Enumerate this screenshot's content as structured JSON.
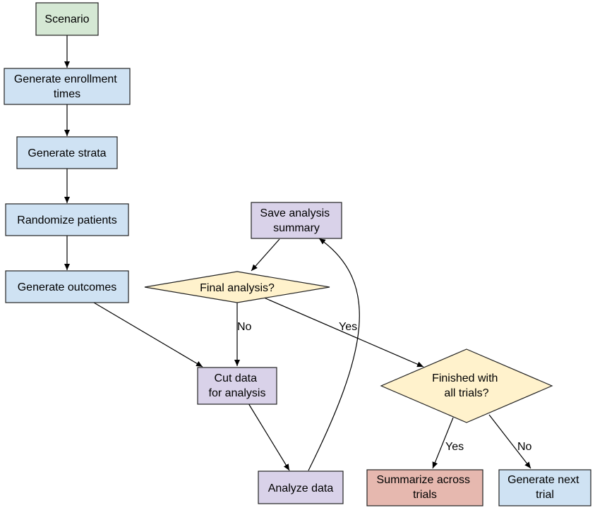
{
  "colors": {
    "start": "#d5e8d4",
    "process": "#cfe2f3",
    "analysis": "#d9d2e9",
    "decision": "#fff2cc",
    "summary": "#e6b8af",
    "stroke": "#222222"
  },
  "nodes": {
    "scenario": {
      "lines": [
        "Scenario"
      ]
    },
    "enroll": {
      "lines": [
        "Generate enrollment",
        "times"
      ]
    },
    "strata": {
      "lines": [
        "Generate strata"
      ]
    },
    "randomize": {
      "lines": [
        "Randomize patients"
      ]
    },
    "outcomes": {
      "lines": [
        "Generate outcomes"
      ]
    },
    "save": {
      "lines": [
        "Save analysis",
        "summary"
      ]
    },
    "final": {
      "lines": [
        "Final analysis?"
      ]
    },
    "cut": {
      "lines": [
        "Cut data",
        "for analysis"
      ]
    },
    "analyze": {
      "lines": [
        "Analyze data"
      ]
    },
    "finished": {
      "lines": [
        "Finished with",
        "all trials?"
      ]
    },
    "summarize": {
      "lines": [
        "Summarize across",
        "trials"
      ]
    },
    "next": {
      "lines": [
        "Generate next",
        "trial"
      ]
    }
  },
  "edge_labels": {
    "final_no": "No",
    "final_yes": "Yes",
    "finished_yes": "Yes",
    "finished_no": "No"
  }
}
